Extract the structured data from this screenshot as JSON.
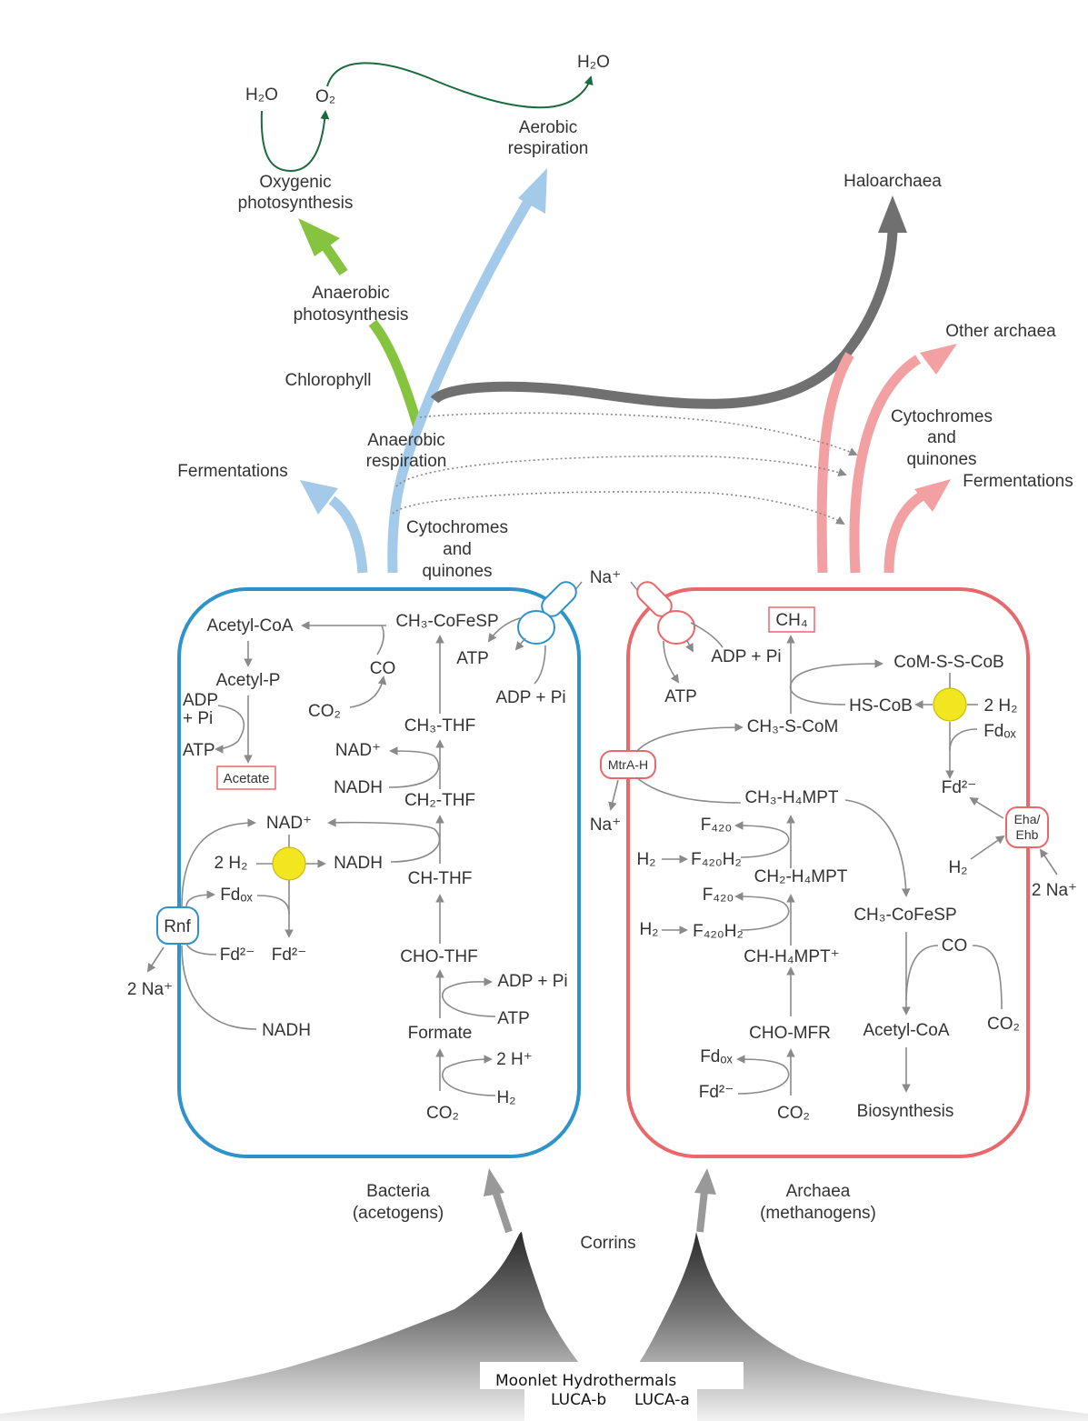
{
  "colors": {
    "bacteria_membrane": "#2e93c9",
    "archaea_membrane": "#e8686b",
    "blue_arrow": "#a3cbe9",
    "green_arrow": "#86c440",
    "gray_arrow": "#707070",
    "pink_arrow": "#f2a0a2",
    "dark_green_line": "#1c6a3e",
    "hydrogenase": "#f1e61f"
  },
  "top": {
    "h2o_left": "H₂O",
    "o2": "O₂",
    "h2o_right": "H₂O",
    "oxygenic_1": "Oxygenic",
    "oxygenic_2": "photosynthesis",
    "aerobic_1": "Aerobic",
    "aerobic_2": "respiration",
    "anaerobic_photo_1": "Anaerobic",
    "anaerobic_photo_2": "photosynthesis",
    "chlorophyll": "Chlorophyll",
    "anaerobic_resp_1": "Anaerobic",
    "anaerobic_resp_2": "respiration",
    "fermentations_left": "Fermentations",
    "cytochromes_left_1": "Cytochromes",
    "cytochromes_left_2": "and",
    "cytochromes_left_3": "quinones",
    "haloarchaea": "Haloarchaea",
    "other_archaea": "Other archaea",
    "cytochromes_right_1": "Cytochromes",
    "cytochromes_right_2": "and",
    "cytochromes_right_3": "quinones",
    "fermentations_right": "Fermentations",
    "na_plus_top": "Na⁺"
  },
  "bacteria": {
    "acetyl_coa": "Acetyl-CoA",
    "ch3_cofesp": "CH₃-CoFeSP",
    "atp_top": "ATP",
    "adp_pi_top": "ADP + Pi",
    "co": "CO",
    "co2_top": "CO₂",
    "acetyl_p": "Acetyl-P",
    "adp": "ADP",
    "plus_pi": "+ Pi",
    "atp_left": "ATP",
    "acetate": "Acetate",
    "ch3_thf": "CH₃-THF",
    "nad_plus_1": "NAD⁺",
    "nadh_1": "NADH",
    "ch2_thf": "CH₂-THF",
    "nad_plus_2": "NAD⁺",
    "two_h2": "2 H₂",
    "nadh_2": "NADH",
    "ch_thf": "CH-THF",
    "fd_ox": "Fdₒₓ",
    "rnf": "Rnf",
    "fd2_a": "Fd²⁻",
    "fd2_b": "Fd²⁻",
    "two_na": "2 Na⁺",
    "cho_thf": "CHO-THF",
    "adp_pi_bottom": "ADP + Pi",
    "atp_bottom": "ATP",
    "formate": "Formate",
    "nadh_3": "NADH",
    "two_h_plus": "2 H⁺",
    "h2": "H₂",
    "co2_bottom": "CO₂"
  },
  "archaea": {
    "ch4": "CH₄",
    "adp_pi": "ADP + Pi",
    "atp": "ATP",
    "com_s_s_cob": "CoM-S-S-CoB",
    "hs_cob": "HS-CoB",
    "two_h2": "2 H₂",
    "ch3_s_com": "CH₃-S-CoM",
    "fd_ox_top": "Fdₒₓ",
    "mtra_h": "MtrA-H",
    "fd2_top": "Fd²⁻",
    "na_plus": "Na⁺",
    "ch3_h4mpt": "CH₃-H₄MPT",
    "eha": "Eha/",
    "ehb": "Ehb",
    "f420_1": "F₄₂₀",
    "h2_1": "H₂",
    "f420h2_1": "F₄₂₀H₂",
    "ch2_h4mpt": "CH₂-H₄MPT",
    "h2_right": "H₂",
    "two_na": "2 Na⁺",
    "f420_2": "F₄₂₀",
    "ch3_cofesp": "CH₃-CoFeSP",
    "h2_2": "H₂",
    "f420h2_2": "F₄₂₀H₂",
    "co": "CO",
    "ch_h4mpt": "CH-H₄MPT⁺",
    "cho_mfr": "CHO-MFR",
    "acetyl_coa": "Acetyl-CoA",
    "co2_right": "CO₂",
    "fd_ox_bottom": "Fdₒₓ",
    "fd2_bottom": "Fd²⁻",
    "co2_bottom": "CO₂",
    "biosynthesis": "Biosynthesis"
  },
  "bottom": {
    "bacteria_1": "Bacteria",
    "bacteria_2": "(acetogens)",
    "archaea_1": "Archaea",
    "archaea_2": "(methanogens)",
    "corrins": "Corrins",
    "moonlet": "Moonlet Hydrothermals",
    "luca_b": "LUCA-b",
    "luca_a": "LUCA-a"
  }
}
